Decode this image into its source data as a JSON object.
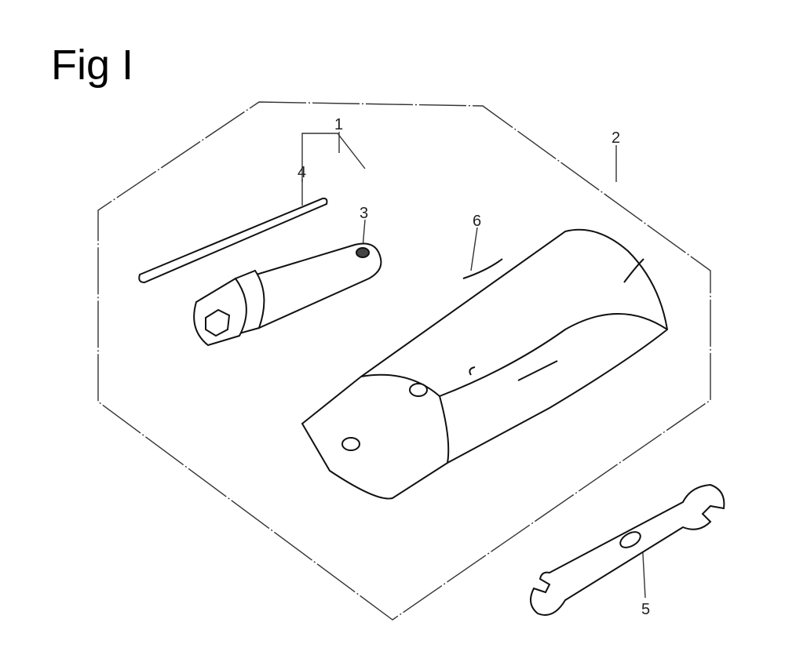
{
  "figure": {
    "title": "Fig I",
    "callouts": {
      "part1": "1",
      "part2": "2",
      "part3": "3",
      "part4": "4",
      "part5": "5",
      "part6": "6"
    }
  }
}
